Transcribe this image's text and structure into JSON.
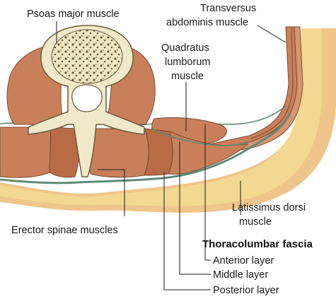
{
  "labels": {
    "psoas": "Psoas major muscle",
    "transversus_1": "Transversus",
    "transversus_2": "abdominis muscle",
    "quadratus_1": "Quadratus",
    "quadratus_2": "lumborum",
    "quadratus_3": "muscle",
    "latissimus_1": "Latissimus dorsi",
    "latissimus_2": "muscle",
    "erector": "Erector spinae muscles",
    "fascia_title": "Thoracolumbar fascia",
    "anterior": "Anterior layer",
    "middle": "Middle layer",
    "posterior": "Posterior layer"
  },
  "colors": {
    "muscle": "#c9805a",
    "muscle_stroke": "#7c4a33",
    "fat": "#f3d891",
    "bone": "#efe9c9",
    "fascia": "#5d8a78",
    "skin": "#eec58a"
  }
}
